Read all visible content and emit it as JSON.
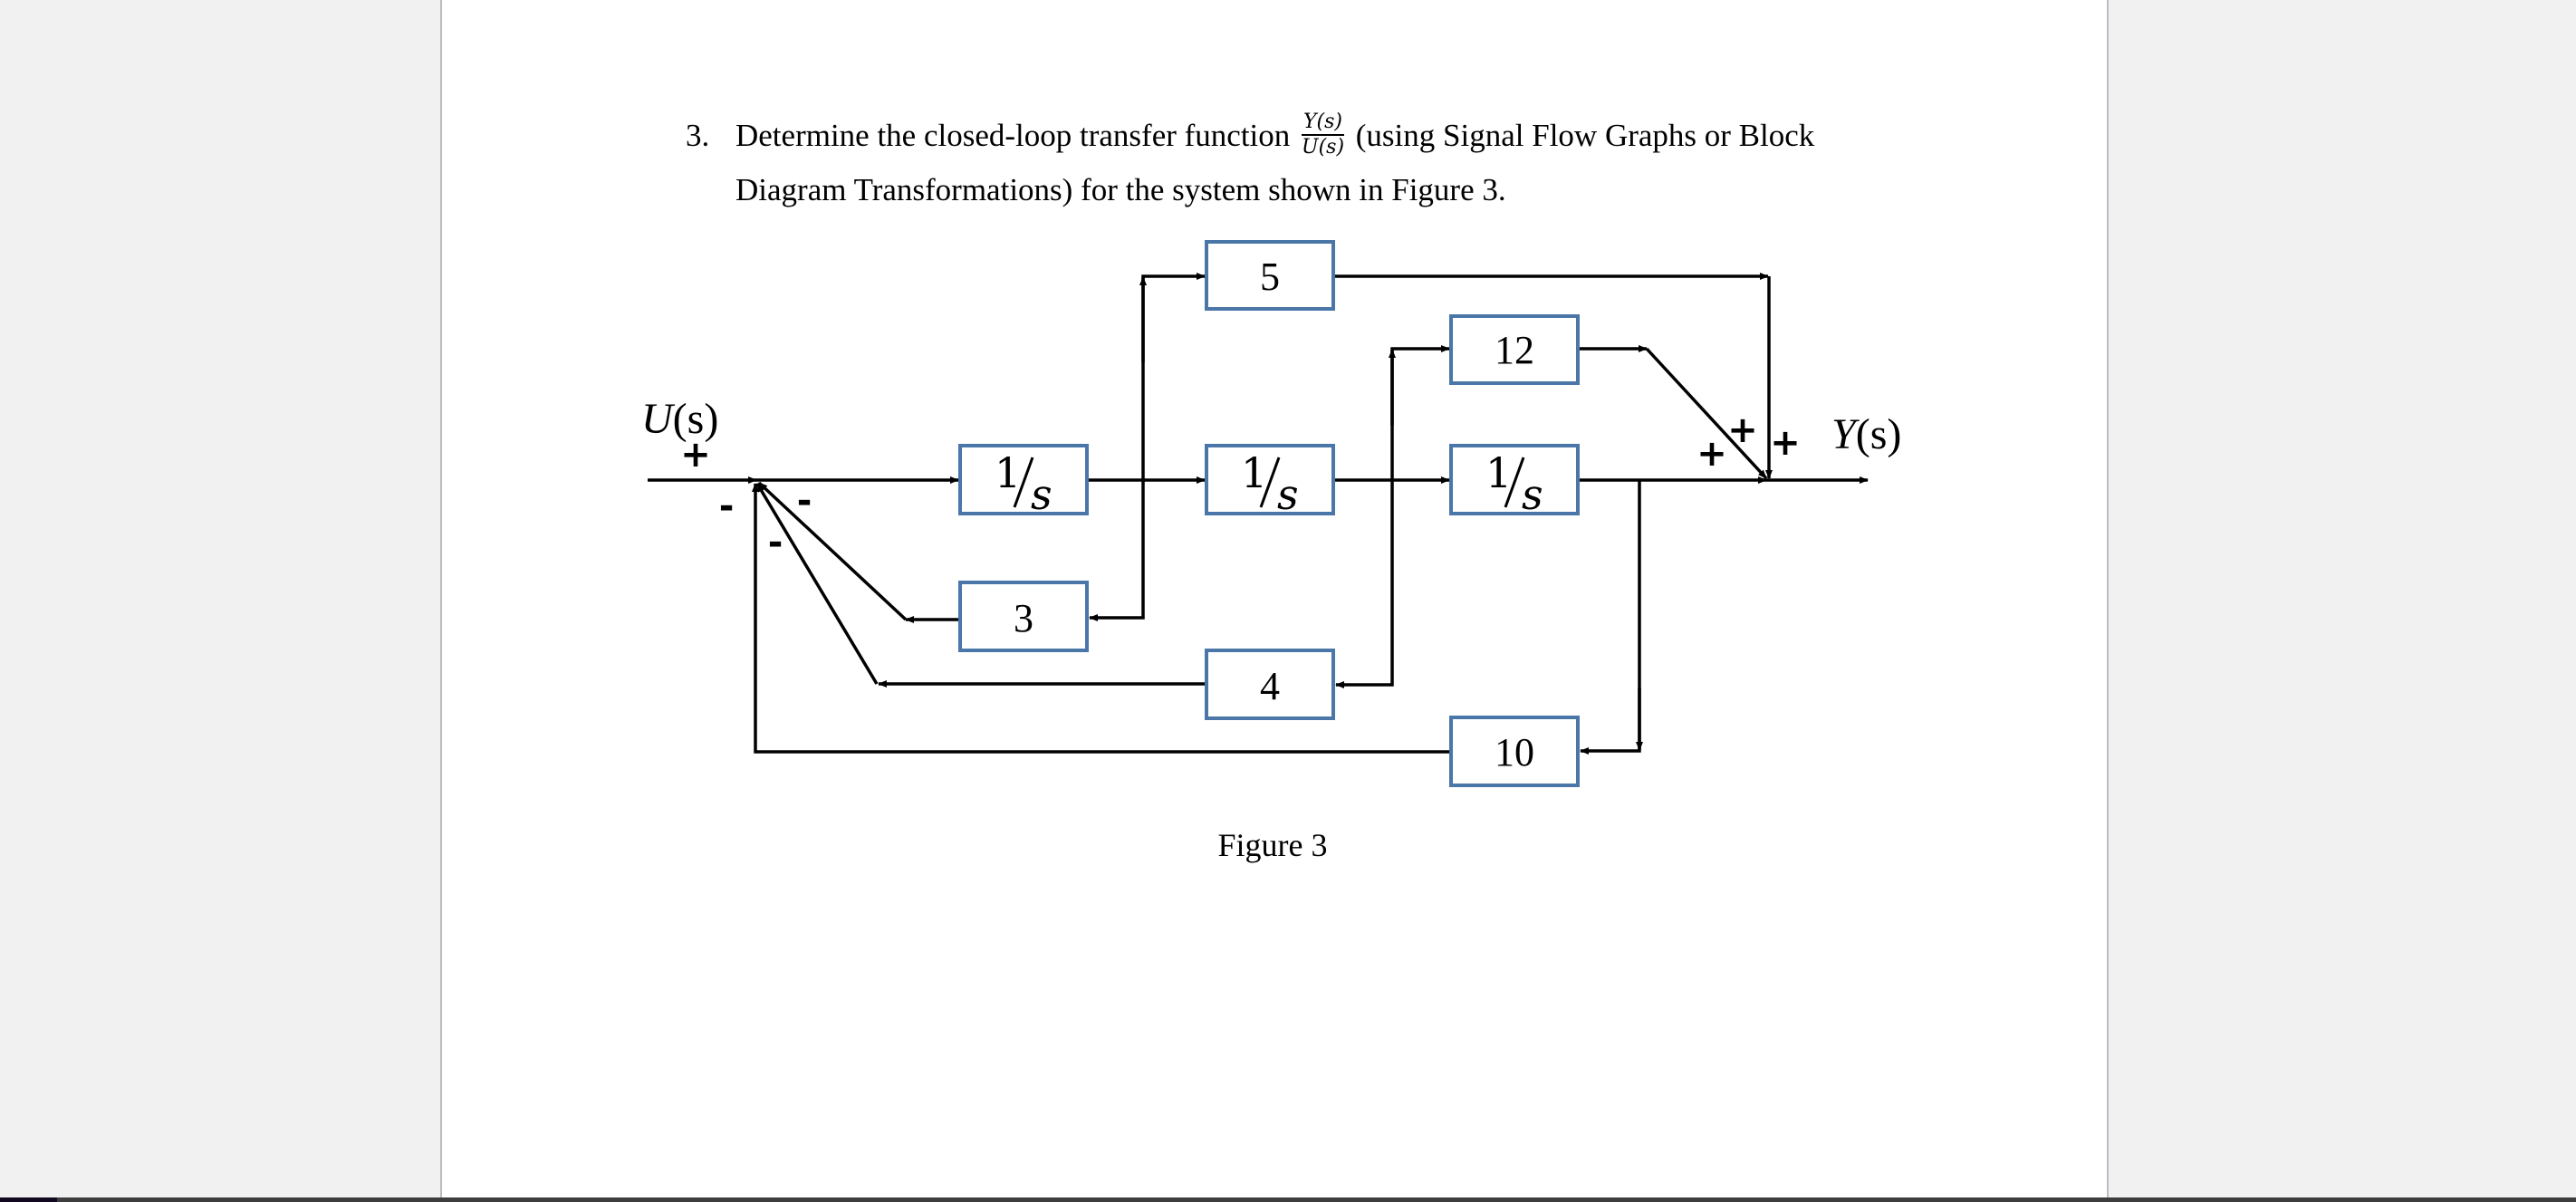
{
  "document": {
    "question_number": "3.",
    "question_line1_before": "Determine the closed-loop transfer function",
    "fraction_numerator": "Y(s)",
    "fraction_denominator": "U(s)",
    "question_line1_after": "(using Signal Flow Graphs or Block",
    "question_line2": "Diagram Transformations) for the system shown in Figure 3."
  },
  "diagram": {
    "input_label": "U(s)",
    "output_label": "Y(s)",
    "caption": "Figure 3",
    "blocks": {
      "integrator1": "1/s",
      "integrator2": "1/s",
      "integrator3": "1/s",
      "gain_5": "5",
      "gain_12": "12",
      "gain_3": "3",
      "gain_4": "4",
      "gain_10": "10"
    },
    "integrator_numerator": "1",
    "integrator_denominator": "s",
    "input_summer_signs": {
      "input": "+",
      "feedback_10": "-",
      "feedback_4": "-",
      "feedback_3": "-"
    },
    "output_summer_signs": {
      "direct": "+",
      "gain_12": "+",
      "gain_5": "+"
    }
  }
}
